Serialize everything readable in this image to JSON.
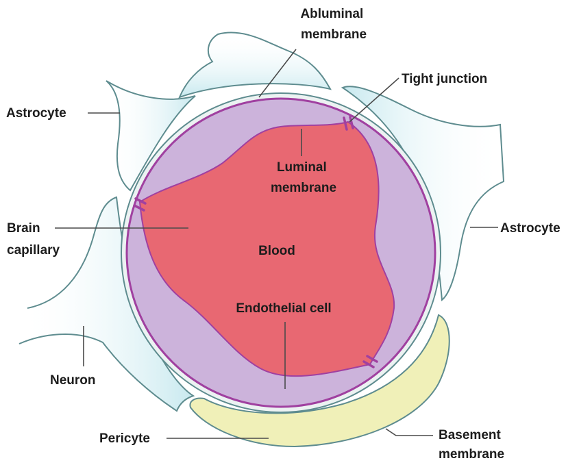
{
  "colors": {
    "astrocyte_fill": "#d4eef3",
    "outline": "#5e8c8f",
    "endothelial_fill": "#ccb3db",
    "blood_fill": "#e86872",
    "junction": "#a040a0",
    "pericyte_fill": "#f0f0b8",
    "basement_ring": "#ecf2f2"
  },
  "labels": {
    "abluminal": [
      "Abluminal",
      "membrane"
    ],
    "tight_junction": "Tight junction",
    "astrocyte_left": "Astrocyte",
    "luminal": [
      "Luminal",
      "membrane"
    ],
    "brain_capillary": [
      "Brain",
      "capillary"
    ],
    "blood": "Blood",
    "astrocyte_right": "Astrocyte",
    "endothelial_cell": "Endothelial cell",
    "neuron": "Neuron",
    "pericyte": "Pericyte",
    "basement": [
      "Basement",
      "membrane"
    ]
  }
}
